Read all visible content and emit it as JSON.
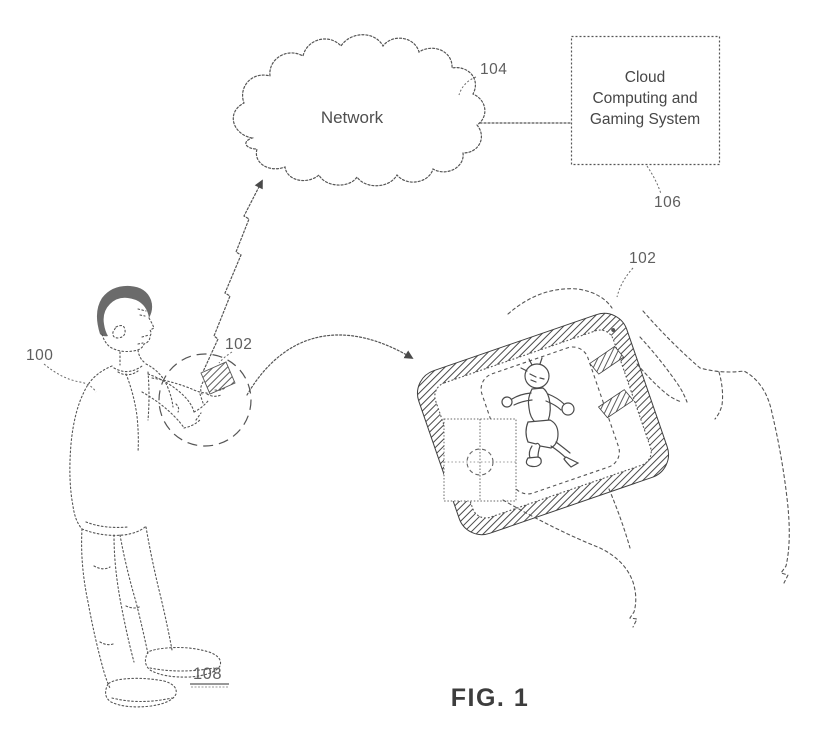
{
  "figure": {
    "caption": "FIG. 1",
    "cloud": {
      "label": "Network",
      "ref": "104"
    },
    "gaming_system_box": {
      "label": "Cloud Computing and Gaming System",
      "lines": [
        "Cloud",
        "Computing and",
        "Gaming System"
      ],
      "ref": "106"
    },
    "player": {
      "ref": "100"
    },
    "held_device": {
      "ref": "102"
    },
    "device_closeup": {
      "ref": "102"
    },
    "ground": {
      "ref": "108"
    },
    "colors": {
      "ink": "#4a4a4a",
      "numeral": "#5f5f5f",
      "background": "#ffffff"
    }
  }
}
